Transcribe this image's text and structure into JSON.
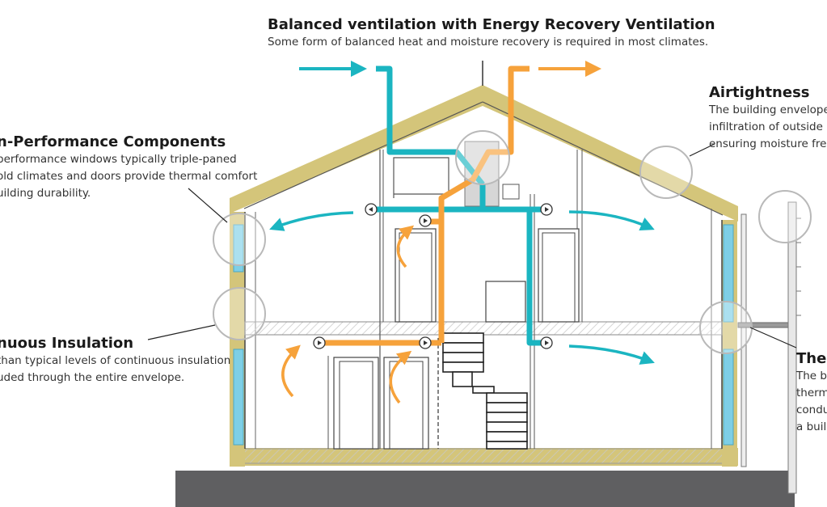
{
  "header": {
    "title": "Balanced ventilation with Energy Recovery Ventilation",
    "subtitle": "Some form of balanced heat and moisture recovery is required in most climates."
  },
  "callouts": {
    "airtightness": {
      "title": "Airtightness",
      "lines": [
        "The building envelope",
        "infiltration of outside a",
        "ensuring moisture free"
      ]
    },
    "components": {
      "title": "n-Performance Components",
      "lines": [
        "performance windows typically triple-paned",
        "old climates and doors provide thermal comfort",
        "uilding durability."
      ]
    },
    "insulation": {
      "title": "nuous Insulation",
      "lines": [
        "than typical levels of continuous insulation",
        "uded through the entire envelope."
      ]
    },
    "thermal": {
      "title": "Ther",
      "lines": [
        "The bu",
        "therm",
        "condu",
        "a build"
      ]
    }
  },
  "colors": {
    "supply_air": "#1bb5c1",
    "exhaust_air": "#f6a23b",
    "envelope_insulation": "#d4c57a",
    "ground": "#5f5f61",
    "window_glass": "#7ecfe6",
    "callout_circle": "#b9b9b9"
  }
}
